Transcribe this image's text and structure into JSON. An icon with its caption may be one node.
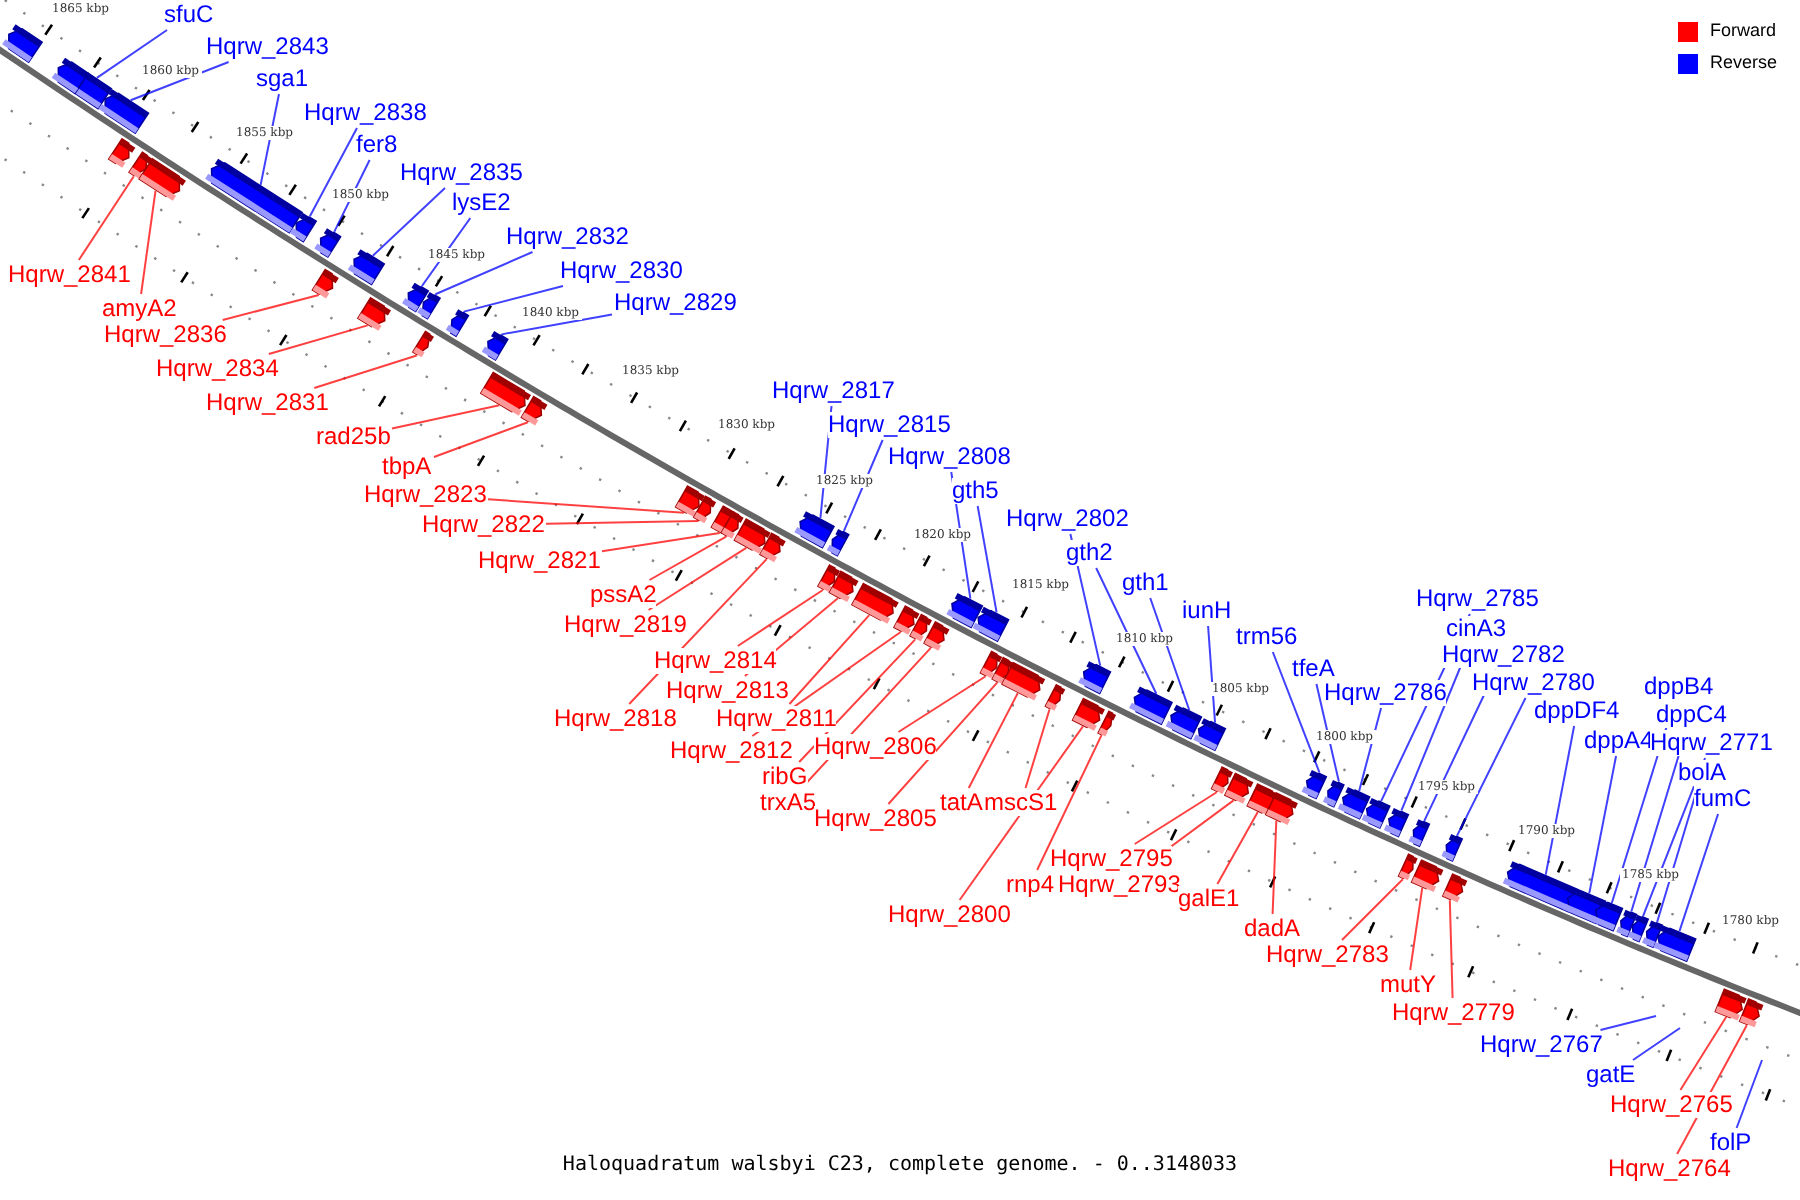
{
  "diagram": {
    "caption": "Haloquadratum walsbyi C23, complete genome. - 0..3148033",
    "nodes": [
      {
        "text": [
          "sfuC"
        ]
      },
      {
        "text": [
          "Hqrw_2843"
        ]
      },
      {
        "text": [
          "sga1"
        ]
      },
      {
        "text": [
          "Hqrw_2838"
        ]
      },
      {
        "text": [
          "fer8"
        ]
      },
      {
        "text": [
          "Hqrw_2835"
        ]
      },
      {
        "text": [
          "lysE2"
        ]
      },
      {
        "text": [
          "Hqrw_2832"
        ]
      },
      {
        "text": [
          "Hqrw_2830"
        ]
      },
      {
        "text": [
          "Hqrw_2829"
        ]
      },
      {
        "text": [
          "Hqrw_2817"
        ]
      },
      {
        "text": [
          "Hqrw_2815"
        ]
      },
      {
        "text": [
          "Hqrw_2808"
        ]
      },
      {
        "text": [
          "gth5"
        ]
      },
      {
        "text": [
          "Hqrw_2802"
        ]
      },
      {
        "text": [
          "gth2"
        ]
      },
      {
        "text": [
          "gth1"
        ]
      },
      {
        "text": [
          "iunH"
        ]
      },
      {
        "text": [
          "trm56"
        ]
      },
      {
        "text": [
          "tfeA"
        ]
      },
      {
        "text": [
          "Hqrw_2786"
        ]
      },
      {
        "text": [
          "Hqrw_2785"
        ]
      },
      {
        "text": [
          "cinA3"
        ]
      },
      {
        "text": [
          "Hqrw_2782"
        ]
      },
      {
        "text": [
          "Hqrw_2780"
        ]
      },
      {
        "text": [
          "dppDF4"
        ]
      },
      {
        "text": [
          "dppA4"
        ]
      },
      {
        "text": [
          "dppB4"
        ]
      },
      {
        "text": [
          "dppC4"
        ]
      },
      {
        "text": [
          "Hqrw_2771"
        ]
      },
      {
        "text": [
          "bolA"
        ]
      },
      {
        "text": [
          "fumC"
        ]
      },
      {
        "text": [
          "Hqrw_2841"
        ]
      },
      {
        "text": [
          "amyA2"
        ]
      },
      {
        "text": [
          "Hqrw_2836"
        ]
      },
      {
        "text": [
          "Hqrw_2834"
        ]
      },
      {
        "text": [
          "Hqrw_2831"
        ]
      },
      {
        "text": [
          "rad25b"
        ]
      },
      {
        "text": [
          "tbpA"
        ]
      },
      {
        "text": [
          "Hqrw_2823"
        ]
      },
      {
        "text": [
          "Hqrw_2822"
        ]
      },
      {
        "text": [
          "Hqrw_2821"
        ]
      },
      {
        "text": [
          "pssA2"
        ]
      },
      {
        "text": [
          "Hqrw_2819"
        ]
      },
      {
        "text": [
          "Hqrw_2814"
        ]
      },
      {
        "text": [
          "Hqrw_2813"
        ]
      },
      {
        "text": [
          "Hqrw_2818"
        ]
      },
      {
        "text": [
          "Hqrw_2811"
        ]
      },
      {
        "text": [
          "Hqrw_2812"
        ]
      },
      {
        "text": [
          "Hqrw_2806"
        ]
      },
      {
        "text": [
          "ribG"
        ]
      },
      {
        "text": [
          "trxA5"
        ]
      },
      {
        "text": [
          "Hqrw_2805"
        ]
      },
      {
        "text": [
          "tatA"
        ]
      },
      {
        "text": [
          "mscS1"
        ]
      },
      {
        "text": [
          "Hqrw_2795"
        ]
      },
      {
        "text": [
          "Hqrw_2793"
        ]
      },
      {
        "text": [
          "rnp4"
        ]
      },
      {
        "text": [
          "Hqrw_2800"
        ]
      },
      {
        "text": [
          "galE1"
        ]
      },
      {
        "text": [
          "dadA"
        ]
      },
      {
        "text": [
          "Hqrw_2783"
        ]
      },
      {
        "text": [
          "mutY"
        ]
      },
      {
        "text": [
          "Hqrw_2779"
        ]
      },
      {
        "text": [
          "Hqrw_2765"
        ]
      },
      {
        "text": [
          "Hqrw_2764"
        ]
      },
      {
        "text": [
          "Hqrw_2767"
        ]
      },
      {
        "text": [
          "gatE"
        ]
      },
      {
        "text": [
          "folP"
        ]
      },
      {
        "text": [],
        "shape": "arrow"
      },
      {
        "text": [],
        "shape": "arrow"
      },
      {
        "text": [],
        "shape": "arrow"
      },
      {
        "text": [],
        "shape": "arrow"
      },
      {
        "text": [],
        "shape": "arrow"
      },
      {
        "text": [],
        "shape": "arrow"
      },
      {
        "text": [],
        "shape": "arrow"
      },
      {
        "text": [],
        "shape": "arrow"
      },
      {
        "text": [],
        "shape": "arrow"
      },
      {
        "text": [],
        "shape": "arrow"
      },
      {
        "text": [],
        "shape": "arrow"
      },
      {
        "text": [],
        "shape": "arrow"
      },
      {
        "text": [],
        "shape": "arrow"
      },
      {
        "text": [],
        "shape": "arrow"
      },
      {
        "text": [],
        "shape": "arrow"
      },
      {
        "text": [],
        "shape": "arrow"
      },
      {
        "text": [],
        "shape": "arrow"
      },
      {
        "text": [],
        "shape": "arrow"
      },
      {
        "text": [],
        "shape": "arrow"
      },
      {
        "text": [],
        "shape": "arrow"
      },
      {
        "text": [],
        "shape": "arrow"
      },
      {
        "text": [],
        "shape": "arrow"
      },
      {
        "text": [],
        "shape": "arrow"
      },
      {
        "text": [],
        "shape": "arrow"
      },
      {
        "text": [],
        "shape": "arrow"
      },
      {
        "text": [],
        "shape": "arrow"
      },
      {
        "text": [],
        "shape": "arrow"
      },
      {
        "text": [],
        "shape": "arrow"
      },
      {
        "text": [],
        "shape": "arrow"
      },
      {
        "text": [],
        "shape": "arrow"
      },
      {
        "text": [],
        "shape": "arrow"
      },
      {
        "text": [],
        "shape": "arrow"
      },
      {
        "text": [],
        "shape": "arrow"
      },
      {
        "text": [],
        "shape": "arrow"
      },
      {
        "text": [],
        "shape": "arrow"
      },
      {
        "text": [],
        "shape": "arrow"
      },
      {
        "text": [],
        "shape": "arrow"
      },
      {
        "text": [],
        "shape": "arrow"
      },
      {
        "text": [],
        "shape": "arrow"
      },
      {
        "text": [],
        "shape": "arrow"
      },
      {
        "text": [],
        "shape": "arrow"
      },
      {
        "text": [],
        "shape": "arrow"
      },
      {
        "text": [],
        "shape": "arrow"
      },
      {
        "text": [],
        "shape": "arrow"
      },
      {
        "text": [],
        "shape": "arrow"
      },
      {
        "text": [],
        "shape": "arrow"
      },
      {
        "text": [],
        "shape": "arrow"
      },
      {
        "text": [],
        "shape": "arrow"
      },
      {
        "text": [],
        "shape": "arrow"
      },
      {
        "text": [],
        "shape": "arrow"
      },
      {
        "text": [],
        "shape": "arrow"
      },
      {
        "text": [],
        "shape": "arrow"
      },
      {
        "text": [],
        "shape": "arrow"
      },
      {
        "text": [],
        "shape": "arrow"
      },
      {
        "text": [],
        "shape": "arrow"
      },
      {
        "text": [],
        "shape": "arrow"
      },
      {
        "text": [],
        "shape": "arrow"
      },
      {
        "text": [],
        "shape": "arrow"
      },
      {
        "text": [],
        "shape": "arrow"
      },
      {
        "text": [],
        "shape": "arrow"
      },
      {
        "text": [],
        "shape": "arrow"
      },
      {
        "text": [],
        "shape": "arrow"
      },
      {
        "text": [],
        "shape": "arrow"
      },
      {
        "text": [],
        "shape": "arrow"
      },
      {
        "text": [],
        "shape": "arrow"
      },
      {
        "text": [],
        "shape": "arrow"
      },
      {
        "text": [],
        "shape": "arrow"
      },
      {
        "text": [],
        "shape": "arrow"
      },
      {
        "text": [],
        "shape": "arrow"
      }
    ],
    "edges": [
      {
        "from": 0,
        "to": 69,
        "arrow": "none"
      },
      {
        "from": 1,
        "to": 70,
        "arrow": "none"
      },
      {
        "from": 2,
        "to": 71,
        "arrow": "none"
      },
      {
        "from": 3,
        "to": 72,
        "arrow": "none"
      },
      {
        "from": 4,
        "to": 73,
        "arrow": "none"
      },
      {
        "from": 5,
        "to": 74,
        "arrow": "none"
      },
      {
        "from": 6,
        "to": 75,
        "arrow": "none"
      },
      {
        "from": 7,
        "to": 76,
        "arrow": "none"
      },
      {
        "from": 8,
        "to": 77,
        "arrow": "none"
      },
      {
        "from": 9,
        "to": 78,
        "arrow": "none"
      },
      {
        "from": 10,
        "to": 79,
        "arrow": "none"
      },
      {
        "from": 11,
        "to": 80,
        "arrow": "none"
      },
      {
        "from": 12,
        "to": 81,
        "arrow": "none"
      },
      {
        "from": 13,
        "to": 82,
        "arrow": "none"
      },
      {
        "from": 14,
        "to": 83,
        "arrow": "none"
      },
      {
        "from": 15,
        "to": 84,
        "arrow": "none"
      },
      {
        "from": 16,
        "to": 85,
        "arrow": "none"
      },
      {
        "from": 17,
        "to": 86,
        "arrow": "none"
      },
      {
        "from": 18,
        "to": 87,
        "arrow": "none"
      },
      {
        "from": 19,
        "to": 88,
        "arrow": "none"
      },
      {
        "from": 20,
        "to": 89,
        "arrow": "none"
      },
      {
        "from": 21,
        "to": 90,
        "arrow": "none"
      },
      {
        "from": 22,
        "to": 91,
        "arrow": "none"
      },
      {
        "from": 23,
        "to": 92,
        "arrow": "none"
      },
      {
        "from": 24,
        "to": 93,
        "arrow": "none"
      },
      {
        "from": 25,
        "to": 94,
        "arrow": "none"
      },
      {
        "from": 26,
        "to": 95,
        "arrow": "none"
      },
      {
        "from": 27,
        "to": 96,
        "arrow": "none"
      },
      {
        "from": 28,
        "to": 97,
        "arrow": "none"
      },
      {
        "from": 29,
        "to": 98,
        "arrow": "none"
      },
      {
        "from": 30,
        "to": 99,
        "arrow": "none"
      },
      {
        "from": 31,
        "to": 100,
        "arrow": "none"
      },
      {
        "from": 32,
        "to": 101,
        "arrow": "none",
        "color": "#ff0000"
      },
      {
        "from": 33,
        "to": 102,
        "arrow": "none",
        "color": "#ff0000"
      },
      {
        "from": 34,
        "to": 103,
        "arrow": "none",
        "color": "#ff0000"
      },
      {
        "from": 35,
        "to": 104,
        "arrow": "none",
        "color": "#ff0000"
      },
      {
        "from": 36,
        "to": 105,
        "arrow": "none",
        "color": "#ff0000"
      },
      {
        "from": 37,
        "to": 106,
        "arrow": "none",
        "color": "#ff0000"
      },
      {
        "from": 38,
        "to": 107,
        "arrow": "none",
        "color": "#ff0000"
      },
      {
        "from": 39,
        "to": 108,
        "arrow": "none",
        "color": "#ff0000"
      },
      {
        "from": 40,
        "to": 109,
        "arrow": "none",
        "color": "#ff0000"
      },
      {
        "from": 41,
        "to": 110,
        "arrow": "none",
        "color": "#ff0000"
      },
      {
        "from": 42,
        "to": 111,
        "arrow": "none",
        "color": "#ff0000"
      },
      {
        "from": 43,
        "to": 112,
        "arrow": "none",
        "color": "#ff0000"
      },
      {
        "from": 44,
        "to": 113,
        "arrow": "none",
        "color": "#ff0000"
      },
      {
        "from": 45,
        "to": 114,
        "arrow": "none",
        "color": "#ff0000"
      },
      {
        "from": 46,
        "to": 115,
        "arrow": "none",
        "color": "#ff0000"
      },
      {
        "from": 47,
        "to": 116,
        "arrow": "none",
        "color": "#ff0000"
      },
      {
        "from": 48,
        "to": 117,
        "arrow": "none",
        "color": "#ff0000"
      },
      {
        "from": 49,
        "to": 118,
        "arrow": "none",
        "color": "#ff0000"
      },
      {
        "from": 50,
        "to": 119,
        "arrow": "none",
        "color": "#ff0000"
      },
      {
        "from": 51,
        "to": 120,
        "arrow": "none",
        "color": "#ff0000"
      },
      {
        "from": 52,
        "to": 121,
        "arrow": "none",
        "color": "#ff0000"
      },
      {
        "from": 53,
        "to": 122,
        "arrow": "none",
        "color": "#ff0000"
      },
      {
        "from": 54,
        "to": 123,
        "arrow": "none",
        "color": "#ff0000"
      },
      {
        "from": 55,
        "to": 124,
        "arrow": "none",
        "color": "#ff0000"
      },
      {
        "from": 56,
        "to": 125,
        "arrow": "none",
        "color": "#ff0000"
      },
      {
        "from": 57,
        "to": 126,
        "arrow": "none",
        "color": "#ff0000"
      },
      {
        "from": 58,
        "to": 127,
        "arrow": "none",
        "color": "#ff0000"
      },
      {
        "from": 59,
        "to": 128,
        "arrow": "none",
        "color": "#ff0000"
      },
      {
        "from": 60,
        "to": 129,
        "arrow": "none",
        "color": "#ff0000"
      },
      {
        "from": 61,
        "to": 130,
        "arrow": "none",
        "color": "#ff0000"
      },
      {
        "from": 62,
        "to": 131,
        "arrow": "none",
        "color": "#ff0000"
      },
      {
        "from": 63,
        "to": 132,
        "arrow": "none",
        "color": "#ff0000"
      },
      {
        "from": 64,
        "to": 133,
        "arrow": "none",
        "color": "#ff0000"
      },
      {
        "from": 65,
        "to": 134,
        "arrow": "none",
        "color": "#ff0000"
      },
      {
        "from": 66,
        "to": null,
        "arrow": "none"
      },
      {
        "from": 67,
        "to": null,
        "arrow": "none"
      },
      {
        "from": 68,
        "to": null,
        "arrow": "none"
      }
    ],
    "labels": [
      "1865 kbp",
      "1860 kbp",
      "1855 kbp",
      "1850 kbp",
      "1845 kbp",
      "1840 kbp",
      "1835 kbp",
      "1830 kbp",
      "1825 kbp",
      "1820 kbp",
      "1815 kbp",
      "1810 kbp",
      "1805 kbp",
      "1800 kbp",
      "1795 kbp",
      "1790 kbp",
      "1785 kbp",
      "1780 kbp"
    ],
    "legend": [
      {
        "text": "Forward",
        "color": "#ff0000"
      },
      {
        "text": "Reverse",
        "color": "#0000ff"
      }
    ]
  }
}
